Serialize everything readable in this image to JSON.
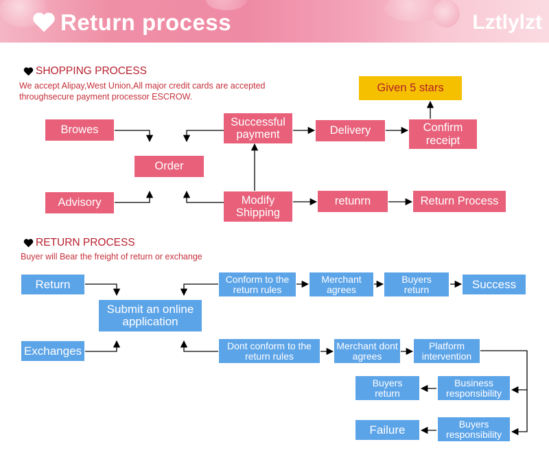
{
  "banner": {
    "title": "Return process",
    "brand": "Lztlylzt"
  },
  "shopping": {
    "title": "SHOPPING PROCESS",
    "subtitle_line1": "We accept Alipay,West Union,All major credit cards are accepted",
    "subtitle_line2": "throughsecure payment processor ESCROW.",
    "boxes": {
      "browes": "Browes",
      "advisory": "Advisory",
      "order": "Order",
      "successful_payment": "Successful payment",
      "modify_shipping": "Modify Shipping",
      "delivery": "Delivery",
      "confirm_receipt": "Confirm receipt",
      "given_5_stars": "Given 5 stars",
      "returnm": "retunrn",
      "return_process": "Return Process"
    }
  },
  "returns": {
    "title": "RETURN PROCESS",
    "subtitle": "Buyer will Bear the freight of return or exchange",
    "boxes": {
      "return": "Return",
      "exchanges": "Exchanges",
      "submit_online": "Submit an online application",
      "conform": "Conform to the return rules",
      "merchant_agrees": "Merchant agrees",
      "buyers_return_top": "Buyers return",
      "success": "Success",
      "dont_conform": "Dont conform to the return rules",
      "merchant_dont_agrees": "Merchant dont agrees",
      "platform_intervention": "Platform intervention",
      "business_responsibility": "Business responsibility",
      "buyers_return_bottom": "Buyers return",
      "buyers_responsibility": "Buyers responsibility",
      "failure": "Failure"
    }
  },
  "colors": {
    "pink": "#e8607a",
    "yellow": "#f5c000",
    "blue": "#5ca4e8",
    "title_red": "#b7202e"
  }
}
